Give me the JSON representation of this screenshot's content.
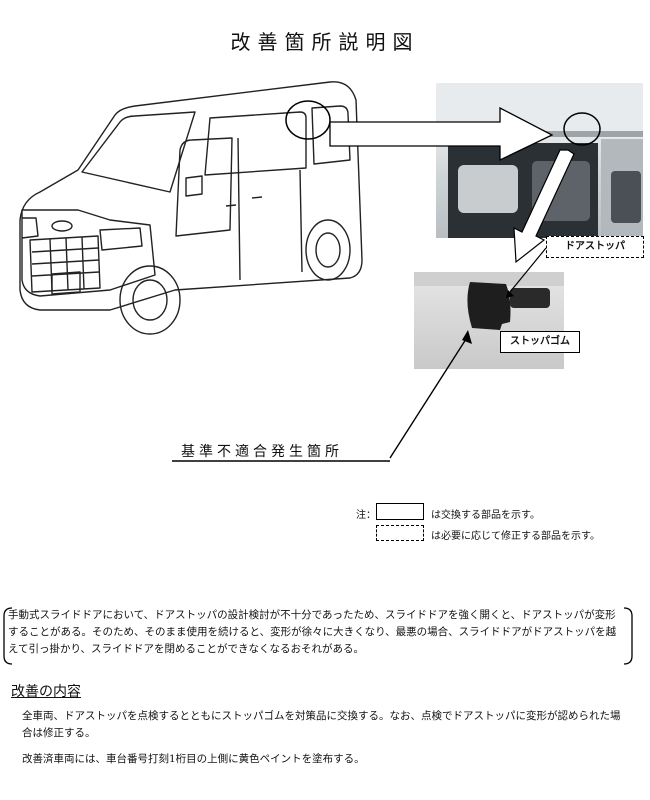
{
  "title": "改善箇所説明図",
  "labels": {
    "door_stopper": "ドアストッパ",
    "stopper_rubber": "ストッパゴム",
    "nonconformity_location": "基準不適合発生箇所"
  },
  "legend": {
    "prefix": "注：",
    "solid_box_text": "は交換する部品を示す。",
    "dashed_box_text": "は必要に応じて修正する部品を示す。"
  },
  "description": "手動式スライドドアにおいて、ドアストッパの設計検討が不十分であったため、スライドドアを強く開くと、ドアストッパが変形することがある。そのため、そのまま使用を続けると、変形が徐々に大きくなり、最悪の場合、スライドドアがドアストッパを越えて引っ掛かり、スライドドアを閉めることができなくなるおそれがある。",
  "fix": {
    "heading": "改善の内容",
    "body1": "全車両、ドアストッパを点検するとともにストッパゴムを対策品に交換する。なお、点検でドアストッパに変形が認められた場合は修正する。",
    "body2": "改善済車両には、車台番号打刻1桁目の上側に黄色ペイントを塗布する。"
  }
}
